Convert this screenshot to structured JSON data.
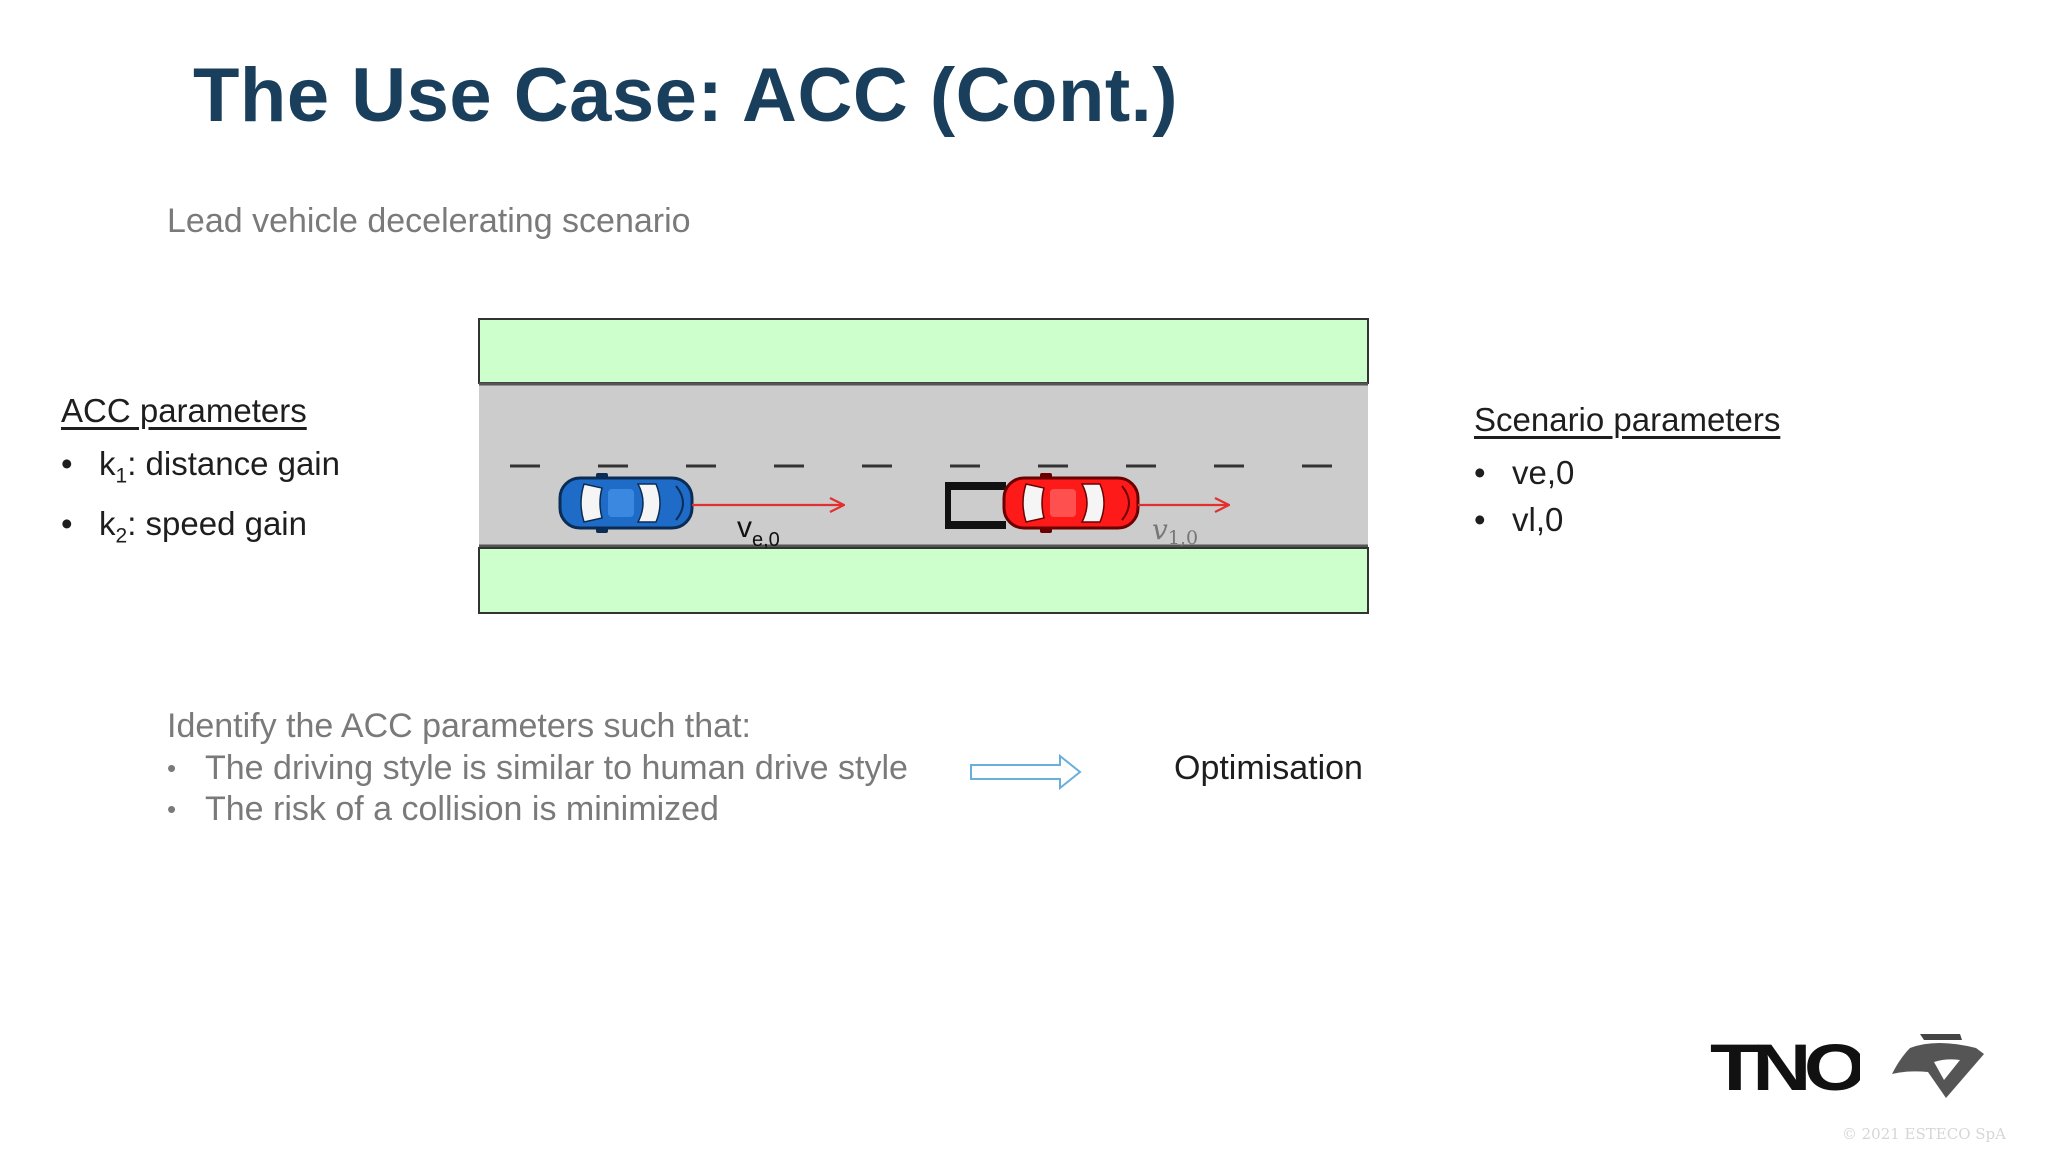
{
  "slide": {
    "title": "The Use Case: ACC (Cont.)",
    "subtitle": "Lead vehicle decelerating scenario"
  },
  "acc_parameters": {
    "heading": "ACC parameters",
    "items": [
      {
        "symbol": "k",
        "sub": "1",
        "text": ": distance gain"
      },
      {
        "symbol": "k",
        "sub": "2",
        "text": ": speed gain"
      }
    ]
  },
  "scenario_parameters": {
    "heading": "Scenario parameters",
    "items": [
      "ve,0",
      "vl,0"
    ]
  },
  "diagram": {
    "ego_label_main": "v",
    "ego_label_sub": "e,0",
    "lead_label_main": "v",
    "lead_label_sub": "1,0",
    "colors": {
      "grass": "#ccffcc",
      "road": "#cccccc",
      "ego_car": "#1e6cc8",
      "lead_car": "#ff1a1a",
      "velocity_arrow": "#e23030"
    }
  },
  "objective": {
    "lead": "Identify the ACC parameters such that:",
    "items": [
      "The driving style is similar to human drive style",
      "The risk of a collision is minimized"
    ]
  },
  "result_label": "Optimisation",
  "logos": {
    "tno": "TNO",
    "esteco": "ESTECO"
  },
  "footer": {
    "copyright": "© 2021 ESTECO SpA"
  }
}
